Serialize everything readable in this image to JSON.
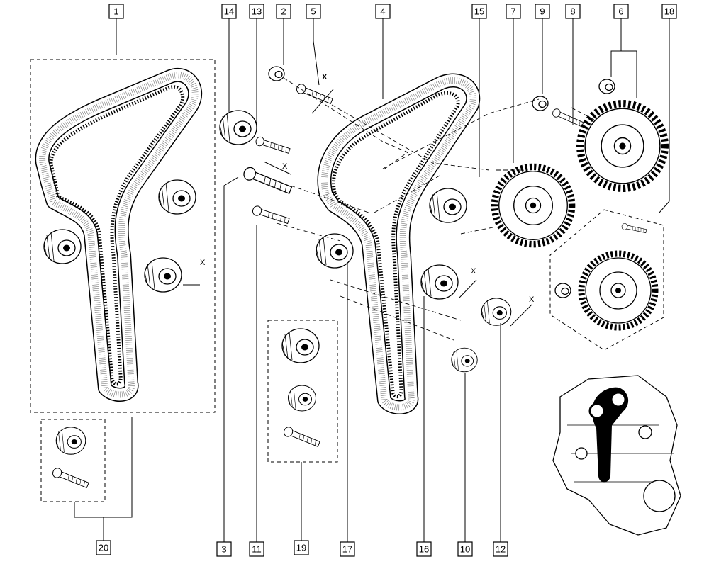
{
  "callouts": [
    "1",
    "2",
    "3",
    "4",
    "5",
    "6",
    "7",
    "8",
    "9",
    "10",
    "11",
    "12",
    "13",
    "14",
    "15",
    "16",
    "17",
    "18",
    "19",
    "20"
  ],
  "dimension_label": "X",
  "dimension_label_bold": "X"
}
